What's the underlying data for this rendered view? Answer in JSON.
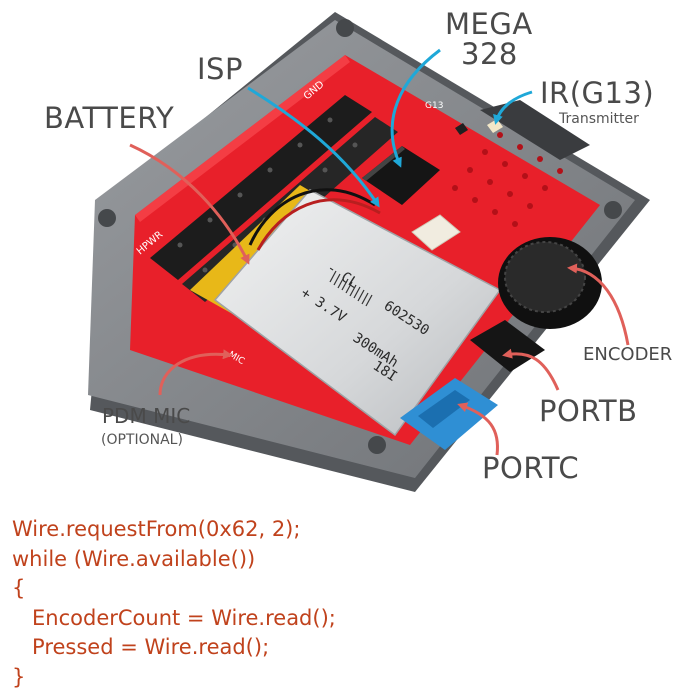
{
  "labels": {
    "mega_line1": "MEGA",
    "mega_line2": "328",
    "isp": "ISP",
    "ir": "IR(G13)",
    "ir_sub": "Transmitter",
    "battery": "BATTERY",
    "encoder": "ENCODER",
    "portb": "PORTB",
    "portc": "PORTC",
    "pdm_mic": "PDM MIC",
    "pdm_optional": "(OPTIONAL)"
  },
  "battery_print": {
    "line1": "- CL",
    "line2": "+ 3.7V",
    "model": "602530",
    "capacity": "300mAh",
    "lot": "18I"
  },
  "silkscreen": {
    "gnd": "GND",
    "hpwr": "HPWR",
    "g13": "G13",
    "mic": "MIC"
  },
  "colors": {
    "pcb_red": "#e8202a",
    "case_gray": "#8a8d91",
    "arrow_blue": "#1fa8d8",
    "arrow_red": "#e0605a",
    "code_color": "#c0421c",
    "battery_gold": "#e8b818",
    "port_blue": "#2f8fd4"
  },
  "code": [
    "Wire.requestFrom(0x62, 2);",
    "while (Wire.available())",
    "{",
    "   EncoderCount = Wire.read();",
    "   Pressed = Wire.read();",
    "}"
  ]
}
